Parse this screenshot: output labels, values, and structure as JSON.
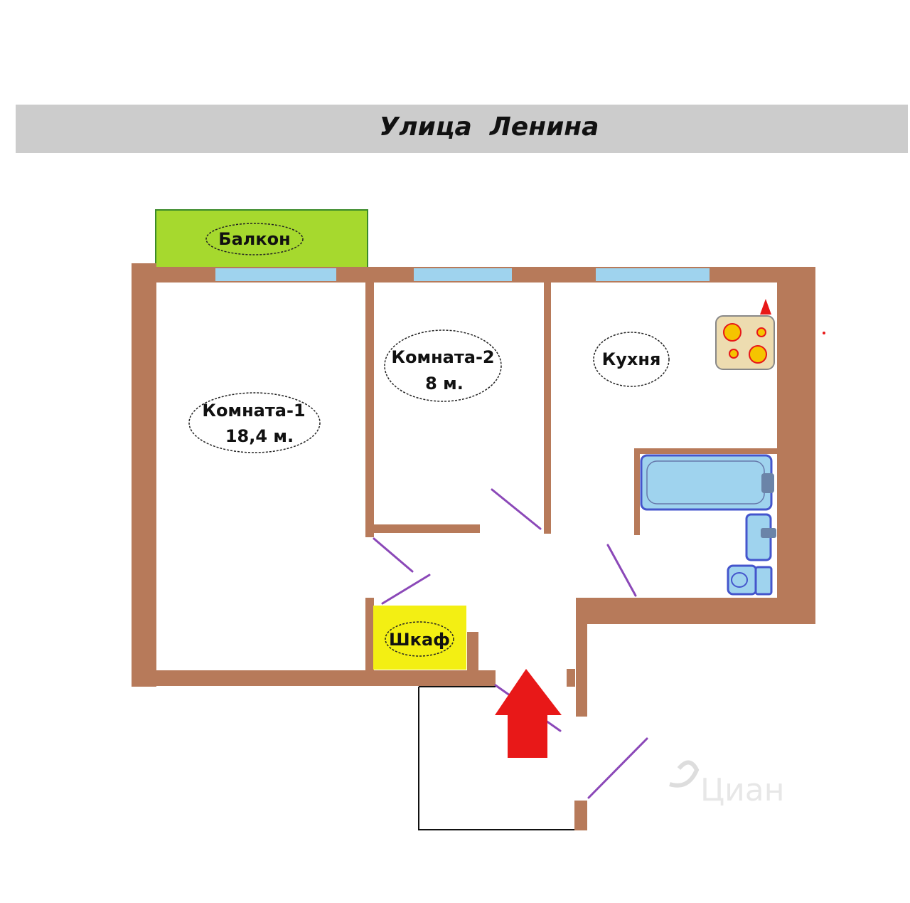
{
  "street": {
    "name": "Улица  Ленина"
  },
  "rooms": {
    "room1": {
      "name": "Комната-1",
      "area": "18,4 м."
    },
    "room2": {
      "name": "Комната-2",
      "area": "8 м."
    },
    "kitchen": {
      "name": "Кухня"
    },
    "balcony": {
      "name": "Балкон"
    },
    "closet": {
      "name": "Шкаф"
    }
  },
  "watermark": {
    "text": "Циан"
  },
  "colors": {
    "wall": "#b77a5a",
    "street_band": "#cccccc",
    "window": "#9fd3ee",
    "balcony": "#a6d92e",
    "closet": "#f3ef13",
    "door_swing": "#8b48b8",
    "entry_arrow": "#e81818",
    "fixture": "#9fd3ee",
    "stove": "#eddcb0"
  }
}
